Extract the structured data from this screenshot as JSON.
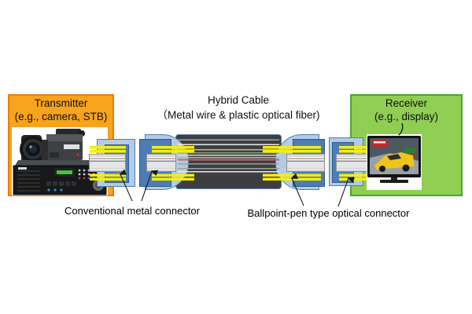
{
  "figure": {
    "cable_title_line1": "Hybrid Cable",
    "cable_title_line2": "（Metal wire & plastic optical fiber)",
    "transmitter": {
      "title": "Transmitter",
      "subtitle": "(e.g., camera, STB)"
    },
    "receiver": {
      "title": "Receiver",
      "subtitle": "(e.g., display)"
    },
    "callouts": {
      "metal": "Conventional metal connector",
      "optical": "Ballpoint-pen type optical connector"
    },
    "colors": {
      "transmitter_fill": "#F7A31C",
      "transmitter_border": "#E87D0D",
      "receiver_fill": "#90CE53",
      "receiver_border": "#4FA32F",
      "connector_light_blue": "#B3CBE5",
      "connector_mid_blue": "#4E7DB5",
      "connector_border_blue": "#2F5B8D",
      "fiber_yellow": "#F8EE00",
      "cable_jacket": "#3D3E40",
      "wire_block_gray": "#D2D2D2",
      "signal_pink": "#C06868",
      "signal_tan": "#C9B794",
      "signal_green": "#8AA474"
    }
  }
}
